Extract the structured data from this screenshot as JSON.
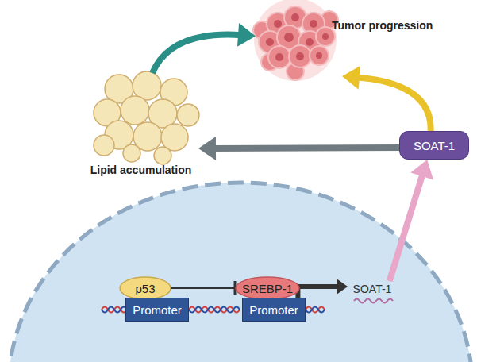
{
  "diagram": {
    "nodes": [
      {
        "text": [
          "Tumor progression"
        ]
      },
      {
        "text": [
          "Lipid accumulation"
        ]
      },
      {
        "text": [
          "SOAT-1"
        ]
      },
      {
        "text": [
          "p53"
        ]
      },
      {
        "text": [
          "Promoter"
        ]
      },
      {
        "text": [
          "SREBP-1"
        ]
      },
      {
        "text": [
          "Promoter"
        ]
      },
      {
        "text": [
          "SOAT-1"
        ]
      }
    ],
    "edges": [
      {
        "from": 1,
        "to": 0,
        "arrow": "to"
      },
      {
        "from": 2,
        "to": 0,
        "arrow": "to"
      },
      {
        "from": 2,
        "to": 1,
        "arrow": "to"
      },
      {
        "from": 7,
        "to": 2,
        "arrow": "to"
      },
      {
        "from": 3,
        "to": 5,
        "arrow": "to"
      },
      {
        "from": 6,
        "to": 7,
        "arrow": "to"
      }
    ]
  }
}
